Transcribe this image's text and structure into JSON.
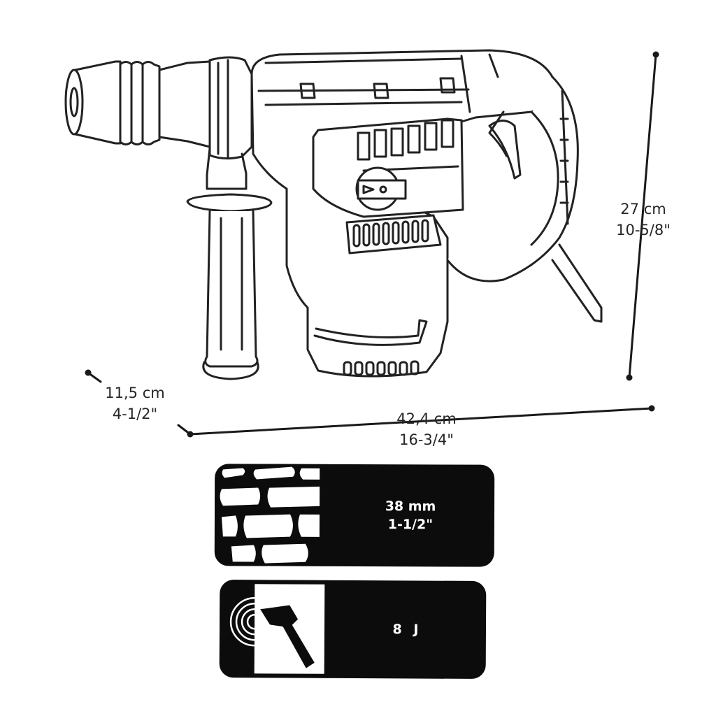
{
  "dimensions": {
    "height_metric": "27 cm",
    "height_imperial": "10-5/8\"",
    "depth_metric": "11,5 cm",
    "depth_imperial": "4-1/2\"",
    "length_metric": "42,4 cm",
    "length_imperial": "16-3/4\""
  },
  "specs": {
    "drilling_capacity": {
      "icon": "masonry-wall-icon",
      "value": "38 mm",
      "value_imperial": "1-1/2\""
    },
    "impact_energy": {
      "icon": "hammer-impact-icon",
      "value": "8 J"
    }
  },
  "colors": {
    "line": "#222222",
    "card": "#0c0c0c",
    "card_text": "#ffffff"
  }
}
